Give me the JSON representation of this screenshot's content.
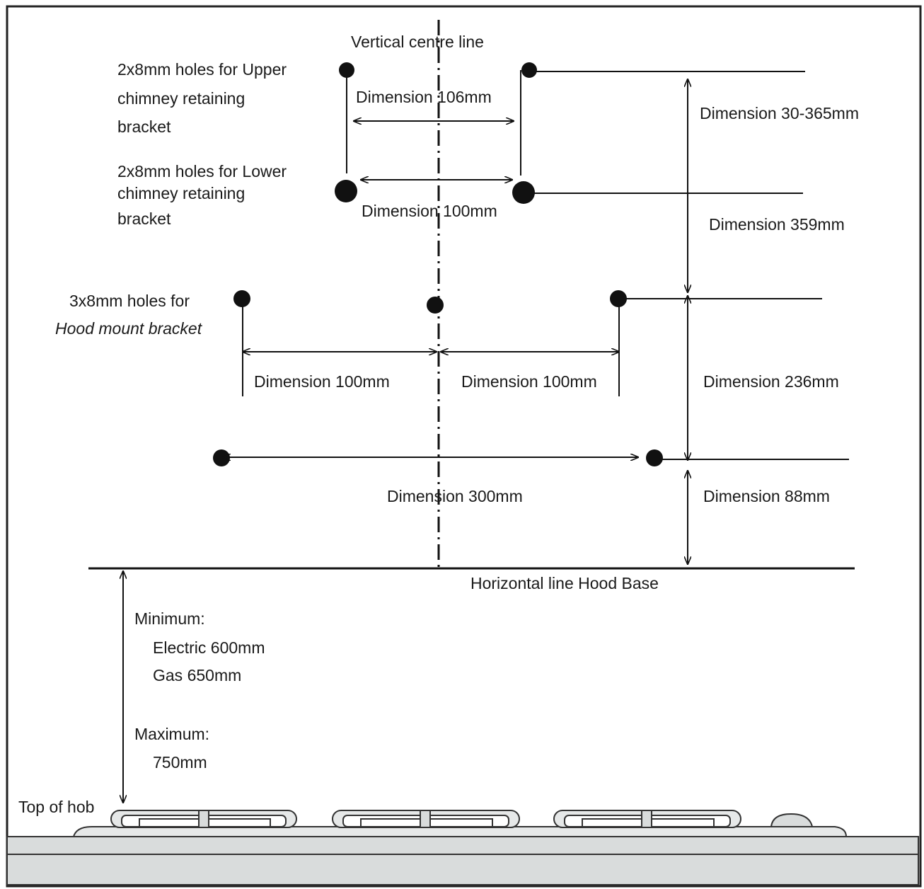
{
  "diagram": {
    "centre_line_label": "Vertical centre line",
    "upper_holes_label": [
      "2x8mm holes for Upper",
      "chimney retaining",
      "bracket"
    ],
    "lower_holes_label": [
      "2x8mm holes for  Lower",
      "chimney retaining",
      "bracket"
    ],
    "hood_holes_label": [
      "3x8mm holes for",
      "Hood mount bracket"
    ],
    "dimensions": {
      "d106": "Dimension 106mm",
      "d100_chimney": "Dimension 100mm",
      "d100_left": "Dimension 100mm",
      "d100_right": "Dimension 100mm",
      "d300": "Dimension 300mm",
      "d30_365": "Dimension 30-365mm",
      "d359": "Dimension 359mm",
      "d236": "Dimension 236mm",
      "d88": "Dimension 88mm"
    },
    "hood_base_label": "Horizontal line  Hood Base",
    "minimum_label": "Minimum:",
    "electric_label": "Electric 600mm",
    "gas_label": "Gas 650mm",
    "maximum_label": "Maximum:",
    "max_value_label": "750mm",
    "hob_label": "Top of hob"
  },
  "colors": {
    "line": "#111111",
    "hob_fill": "#d9dcdc",
    "burner_fill": "#e6e8e8",
    "border": "#222222"
  }
}
